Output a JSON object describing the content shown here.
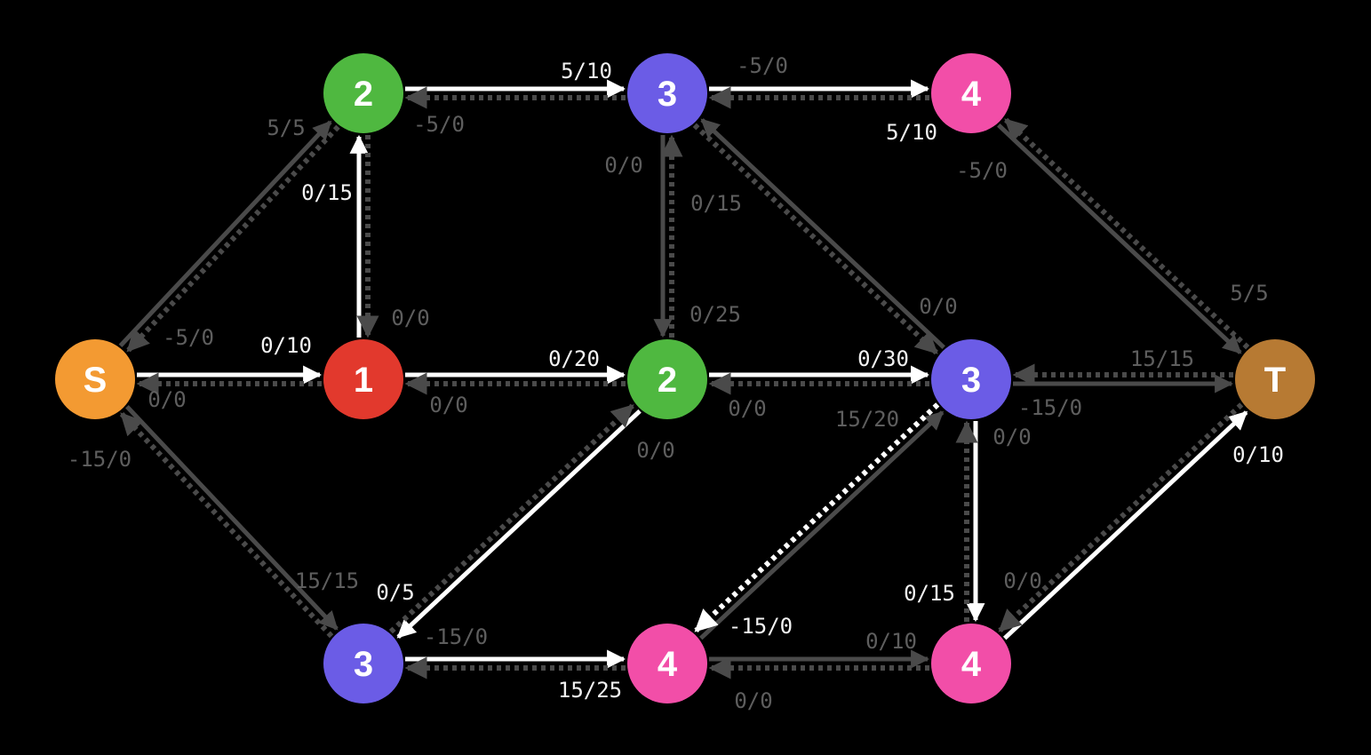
{
  "title": "Flow network residual graph",
  "colors": {
    "background": "#000000",
    "active_edge": "#ffffff",
    "inactive_edge": "#4a4a4a",
    "active_text": "#f2f2f2",
    "inactive_text": "#5e5e5e"
  },
  "nodes": [
    {
      "id": "S",
      "label": "S",
      "color": "#f39a32"
    },
    {
      "id": "n1",
      "label": "1",
      "color": "#e2392d"
    },
    {
      "id": "n2a",
      "label": "2",
      "color": "#4fb840"
    },
    {
      "id": "n3a",
      "label": "3",
      "color": "#6b5ce6"
    },
    {
      "id": "n4a",
      "label": "4",
      "color": "#f24ea8"
    },
    {
      "id": "n2b",
      "label": "2",
      "color": "#4fb840"
    },
    {
      "id": "n3b",
      "label": "3",
      "color": "#6b5ce6"
    },
    {
      "id": "T",
      "label": "T",
      "color": "#b77a33"
    },
    {
      "id": "n3c",
      "label": "3",
      "color": "#6b5ce6"
    },
    {
      "id": "n4b",
      "label": "4",
      "color": "#f24ea8"
    },
    {
      "id": "n4c",
      "label": "4",
      "color": "#f24ea8"
    }
  ],
  "edges": [
    {
      "from": "S",
      "to": "n1",
      "label": "0/10",
      "style": "solid",
      "active": true
    },
    {
      "from": "n1",
      "to": "S",
      "label": "0/0",
      "style": "dotted",
      "active": false
    },
    {
      "from": "S",
      "to": "n2a",
      "label": "5/5",
      "style": "solid",
      "active": false
    },
    {
      "from": "n2a",
      "to": "S",
      "label": "-5/0",
      "style": "dotted",
      "active": false
    },
    {
      "from": "S",
      "to": "n3c",
      "label": "15/15",
      "style": "solid",
      "active": false
    },
    {
      "from": "n3c",
      "to": "S",
      "label": "-15/0",
      "style": "dotted",
      "active": false
    },
    {
      "from": "n1",
      "to": "n2a",
      "label": "0/15",
      "style": "solid",
      "active": true
    },
    {
      "from": "n2a",
      "to": "n1",
      "label": "0/0",
      "style": "dotted",
      "active": false
    },
    {
      "from": "n1",
      "to": "n2b",
      "label": "0/20",
      "style": "solid",
      "active": true
    },
    {
      "from": "n2b",
      "to": "n1",
      "label": "0/0",
      "style": "dotted",
      "active": false
    },
    {
      "from": "n2a",
      "to": "n3a",
      "label": "5/10",
      "style": "solid",
      "active": true
    },
    {
      "from": "n3a",
      "to": "n2a",
      "label": "-5/0",
      "style": "dotted",
      "active": false
    },
    {
      "from": "n3a",
      "to": "n4a",
      "label": "5/10",
      "style": "solid",
      "active": true
    },
    {
      "from": "n4a",
      "to": "n3a",
      "label": "-5/0",
      "style": "dotted",
      "active": false
    },
    {
      "from": "n3a",
      "to": "n2b",
      "label": "0/25",
      "style": "solid",
      "active": false
    },
    {
      "from": "n2b",
      "to": "n3a",
      "label": "0/0",
      "style": "dotted",
      "active": false
    },
    {
      "from": "n3b",
      "to": "n3a",
      "label": "0/15",
      "style": "solid",
      "active": false
    },
    {
      "from": "n3a",
      "to": "n3b",
      "label": "0/0",
      "style": "dotted",
      "active": false
    },
    {
      "from": "n4a",
      "to": "T",
      "label": "5/5",
      "style": "solid",
      "active": false
    },
    {
      "from": "T",
      "to": "n4a",
      "label": "-5/0",
      "style": "dotted",
      "active": false
    },
    {
      "from": "n2b",
      "to": "n3b",
      "label": "0/30",
      "style": "solid",
      "active": true
    },
    {
      "from": "n3b",
      "to": "n2b",
      "label": "0/0",
      "style": "dotted",
      "active": false
    },
    {
      "from": "n2b",
      "to": "n3c",
      "label": "0/5",
      "style": "solid",
      "active": true
    },
    {
      "from": "n3c",
      "to": "n2b",
      "label": "0/0",
      "style": "dotted",
      "active": false
    },
    {
      "from": "n3b",
      "to": "T",
      "label": "15/15",
      "style": "solid",
      "active": false
    },
    {
      "from": "T",
      "to": "n3b",
      "label": "-15/0",
      "style": "dotted",
      "active": false
    },
    {
      "from": "n4b",
      "to": "n3b",
      "label": "15/20",
      "style": "solid",
      "active": false
    },
    {
      "from": "n3b",
      "to": "n4b",
      "label": "-15/0",
      "style": "dotted",
      "active": true
    },
    {
      "from": "n3b",
      "to": "n4c",
      "label": "0/15",
      "style": "solid",
      "active": true
    },
    {
      "from": "n4c",
      "to": "n3b",
      "label": "0/0",
      "style": "dotted",
      "active": false
    },
    {
      "from": "n3c",
      "to": "n4b",
      "label": "15/25",
      "style": "solid",
      "active": true
    },
    {
      "from": "n4b",
      "to": "n3c",
      "label": "-15/0",
      "style": "dotted",
      "active": false
    },
    {
      "from": "n4b",
      "to": "n4c",
      "label": "0/10",
      "style": "solid",
      "active": false
    },
    {
      "from": "n4c",
      "to": "n4b",
      "label": "0/0",
      "style": "dotted",
      "active": false
    },
    {
      "from": "n4c",
      "to": "T",
      "label": "0/10",
      "style": "solid",
      "active": true
    },
    {
      "from": "T",
      "to": "n4c",
      "label": "0/0",
      "style": "dotted",
      "active": false
    }
  ]
}
